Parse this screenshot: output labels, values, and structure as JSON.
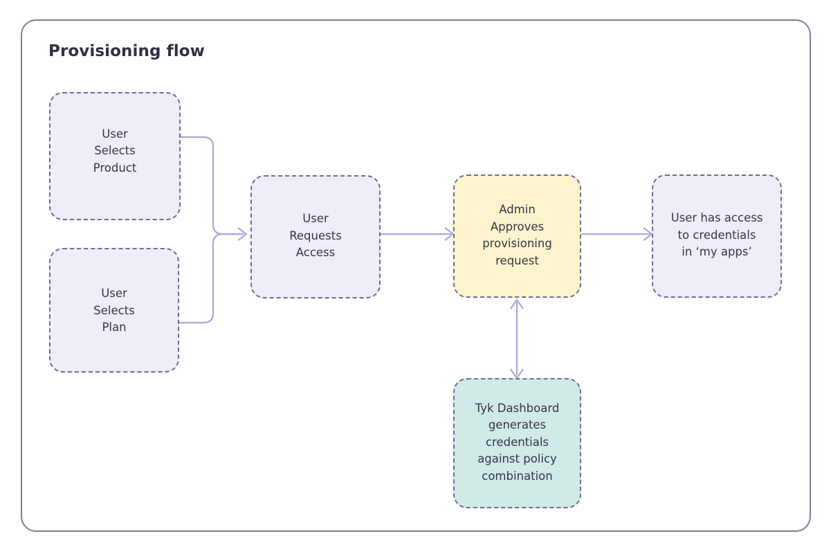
{
  "diagram": {
    "title": "Provisioning flow",
    "colors": {
      "frame_border": "#7d7d9e",
      "node_border": "#6b6b93",
      "edge": "#a9aad4",
      "fill_lavender": "#eeeef8",
      "fill_yellow": "#fdf4cd",
      "fill_teal": "#d0eae8",
      "text": "#343547",
      "title_text": "#2f3045"
    },
    "nodes": [
      {
        "id": "select-product",
        "label": "User\nSelects\nProduct",
        "fill": "#eeeef8",
        "shape": "rounded-dashed-rect"
      },
      {
        "id": "select-plan",
        "label": "User\nSelects\nPlan",
        "fill": "#eeeef8",
        "shape": "rounded-dashed-rect"
      },
      {
        "id": "request-access",
        "label": "User\nRequests\nAccess",
        "fill": "#eeeef8",
        "shape": "rounded-dashed-rect"
      },
      {
        "id": "admin-approves",
        "label": "Admin\nApproves\nprovisioning\nrequest",
        "fill": "#fdf4cd",
        "shape": "rounded-dashed-rect"
      },
      {
        "id": "user-access",
        "label": "User has access\nto credentials\nin ‘my apps’",
        "fill": "#eeeef8",
        "shape": "rounded-dashed-rect"
      },
      {
        "id": "tyk-dashboard",
        "label": "Tyk Dashboard\ngenerates\ncredentials\nagainst policy\ncombination",
        "fill": "#d0eae8",
        "shape": "rounded-dashed-rect"
      }
    ],
    "edges": [
      {
        "id": "product-to-request",
        "from": "select-product",
        "to": "request-access",
        "arrows": "end"
      },
      {
        "id": "plan-to-request",
        "from": "select-plan",
        "to": "request-access",
        "arrows": "end"
      },
      {
        "id": "request-to-admin",
        "from": "request-access",
        "to": "admin-approves",
        "arrows": "end"
      },
      {
        "id": "admin-to-useraccess",
        "from": "admin-approves",
        "to": "user-access",
        "arrows": "end"
      },
      {
        "id": "admin-tyk-both",
        "from": "admin-approves",
        "to": "tyk-dashboard",
        "arrows": "both"
      }
    ]
  }
}
